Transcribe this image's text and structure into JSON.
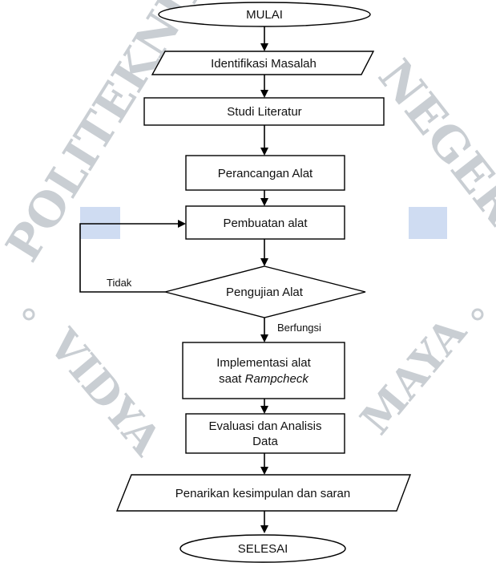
{
  "watermark": {
    "text_left": "POLITEKNIK",
    "text_right": "NEGERI BALI",
    "text_bottom_left": "VIDYA",
    "text_bottom_right": "MAYA"
  },
  "flowchart": {
    "nodes": {
      "start": "MULAI",
      "identify": "Identifikasi Masalah",
      "literature": "Studi Literatur",
      "design": "Perancangan Alat",
      "build": "Pembuatan alat",
      "test": "Pengujian Alat",
      "implement_line1": "Implementasi alat",
      "implement_line2_prefix": "saat ",
      "implement_line2_italic": "Rampcheck",
      "evaluate_line1": "Evaluasi dan Analisis",
      "evaluate_line2": "Data",
      "conclusion": "Penarikan kesimpulan dan saran",
      "end": "SELESAI"
    },
    "edge_labels": {
      "no": "Tidak",
      "yes": "Berfungsi"
    }
  }
}
